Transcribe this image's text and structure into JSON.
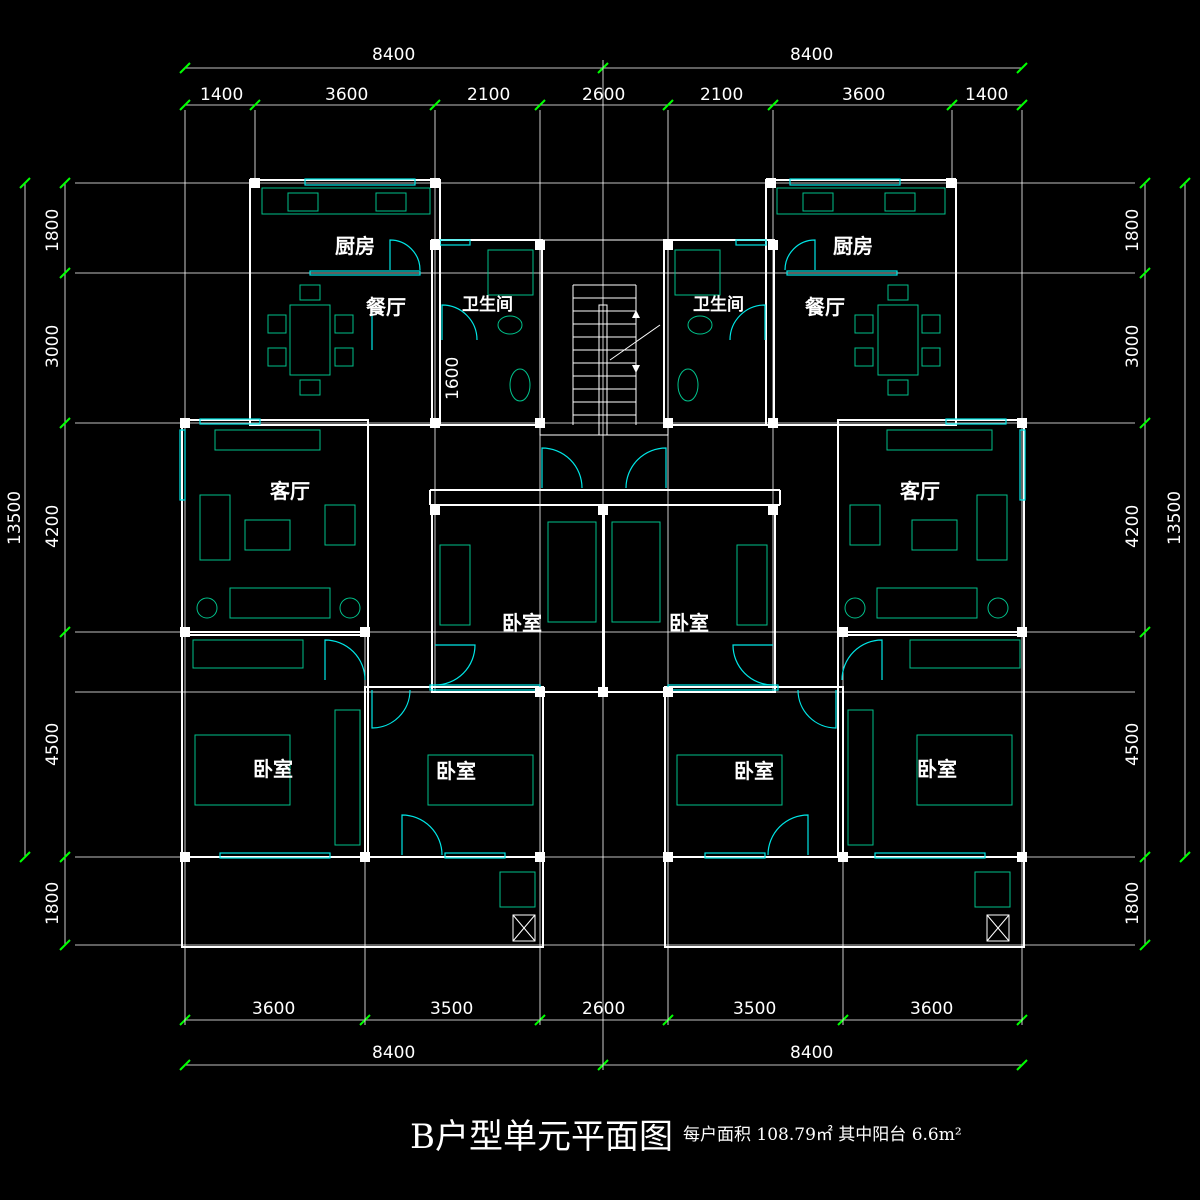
{
  "title": "B户型单元平面图",
  "subtitle": "每户面积 108.79㎡ 其中阳台 6.6m²",
  "top_totals": [
    "8400",
    "8400"
  ],
  "top_segments": [
    "1400",
    "3600",
    "2100",
    "2600",
    "2100",
    "3600",
    "1400"
  ],
  "bottom_segments": [
    "3600",
    "3500",
    "2600",
    "3500",
    "3600"
  ],
  "bottom_totals": [
    "8400",
    "8400"
  ],
  "left_segments": [
    "1800",
    "3000",
    "4200",
    "4500",
    "1800"
  ],
  "left_total": "13500",
  "right_segments": [
    "1800",
    "3000",
    "4200",
    "4500",
    "1800"
  ],
  "right_total": "13500",
  "stair_dim": "1600",
  "rooms": {
    "kitchen_left": "厨房",
    "kitchen_right": "厨房",
    "dining_left": "餐厅",
    "dining_right": "餐厅",
    "bath_left": "卫生间",
    "bath_right": "卫生间",
    "living_left": "客厅",
    "living_right": "客厅",
    "bed_mid_left": "卧室",
    "bed_mid_right": "卧室",
    "bed_bl1": "卧室",
    "bed_bl2": "卧室",
    "bed_br1": "卧室",
    "bed_br2": "卧室"
  },
  "colors": {
    "background": "#000000",
    "walls": "#ffffff",
    "windows_doors": "#00e5e5",
    "furniture": "#00c08a",
    "dimension_ticks": "#00ff00"
  }
}
